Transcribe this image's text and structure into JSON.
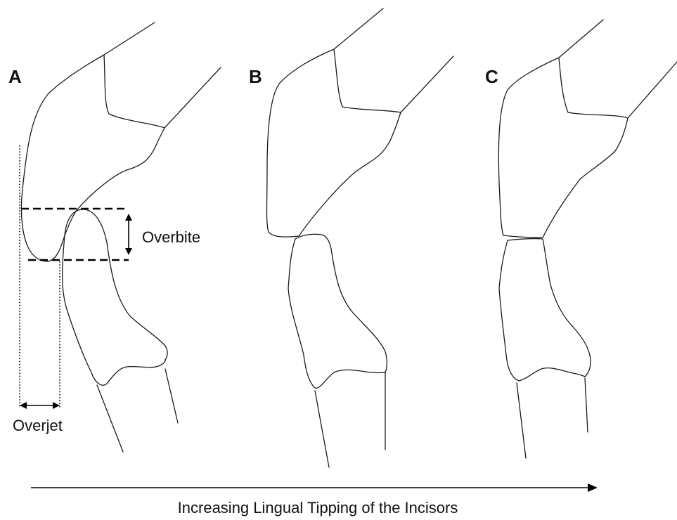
{
  "panels": [
    {
      "id": "A",
      "label": "A"
    },
    {
      "id": "B",
      "label": "B"
    },
    {
      "id": "C",
      "label": "C"
    }
  ],
  "measurements": {
    "overbite_label": "Overbite",
    "overjet_label": "Overjet"
  },
  "caption": "Increasing Lingual Tipping of the Incisors"
}
